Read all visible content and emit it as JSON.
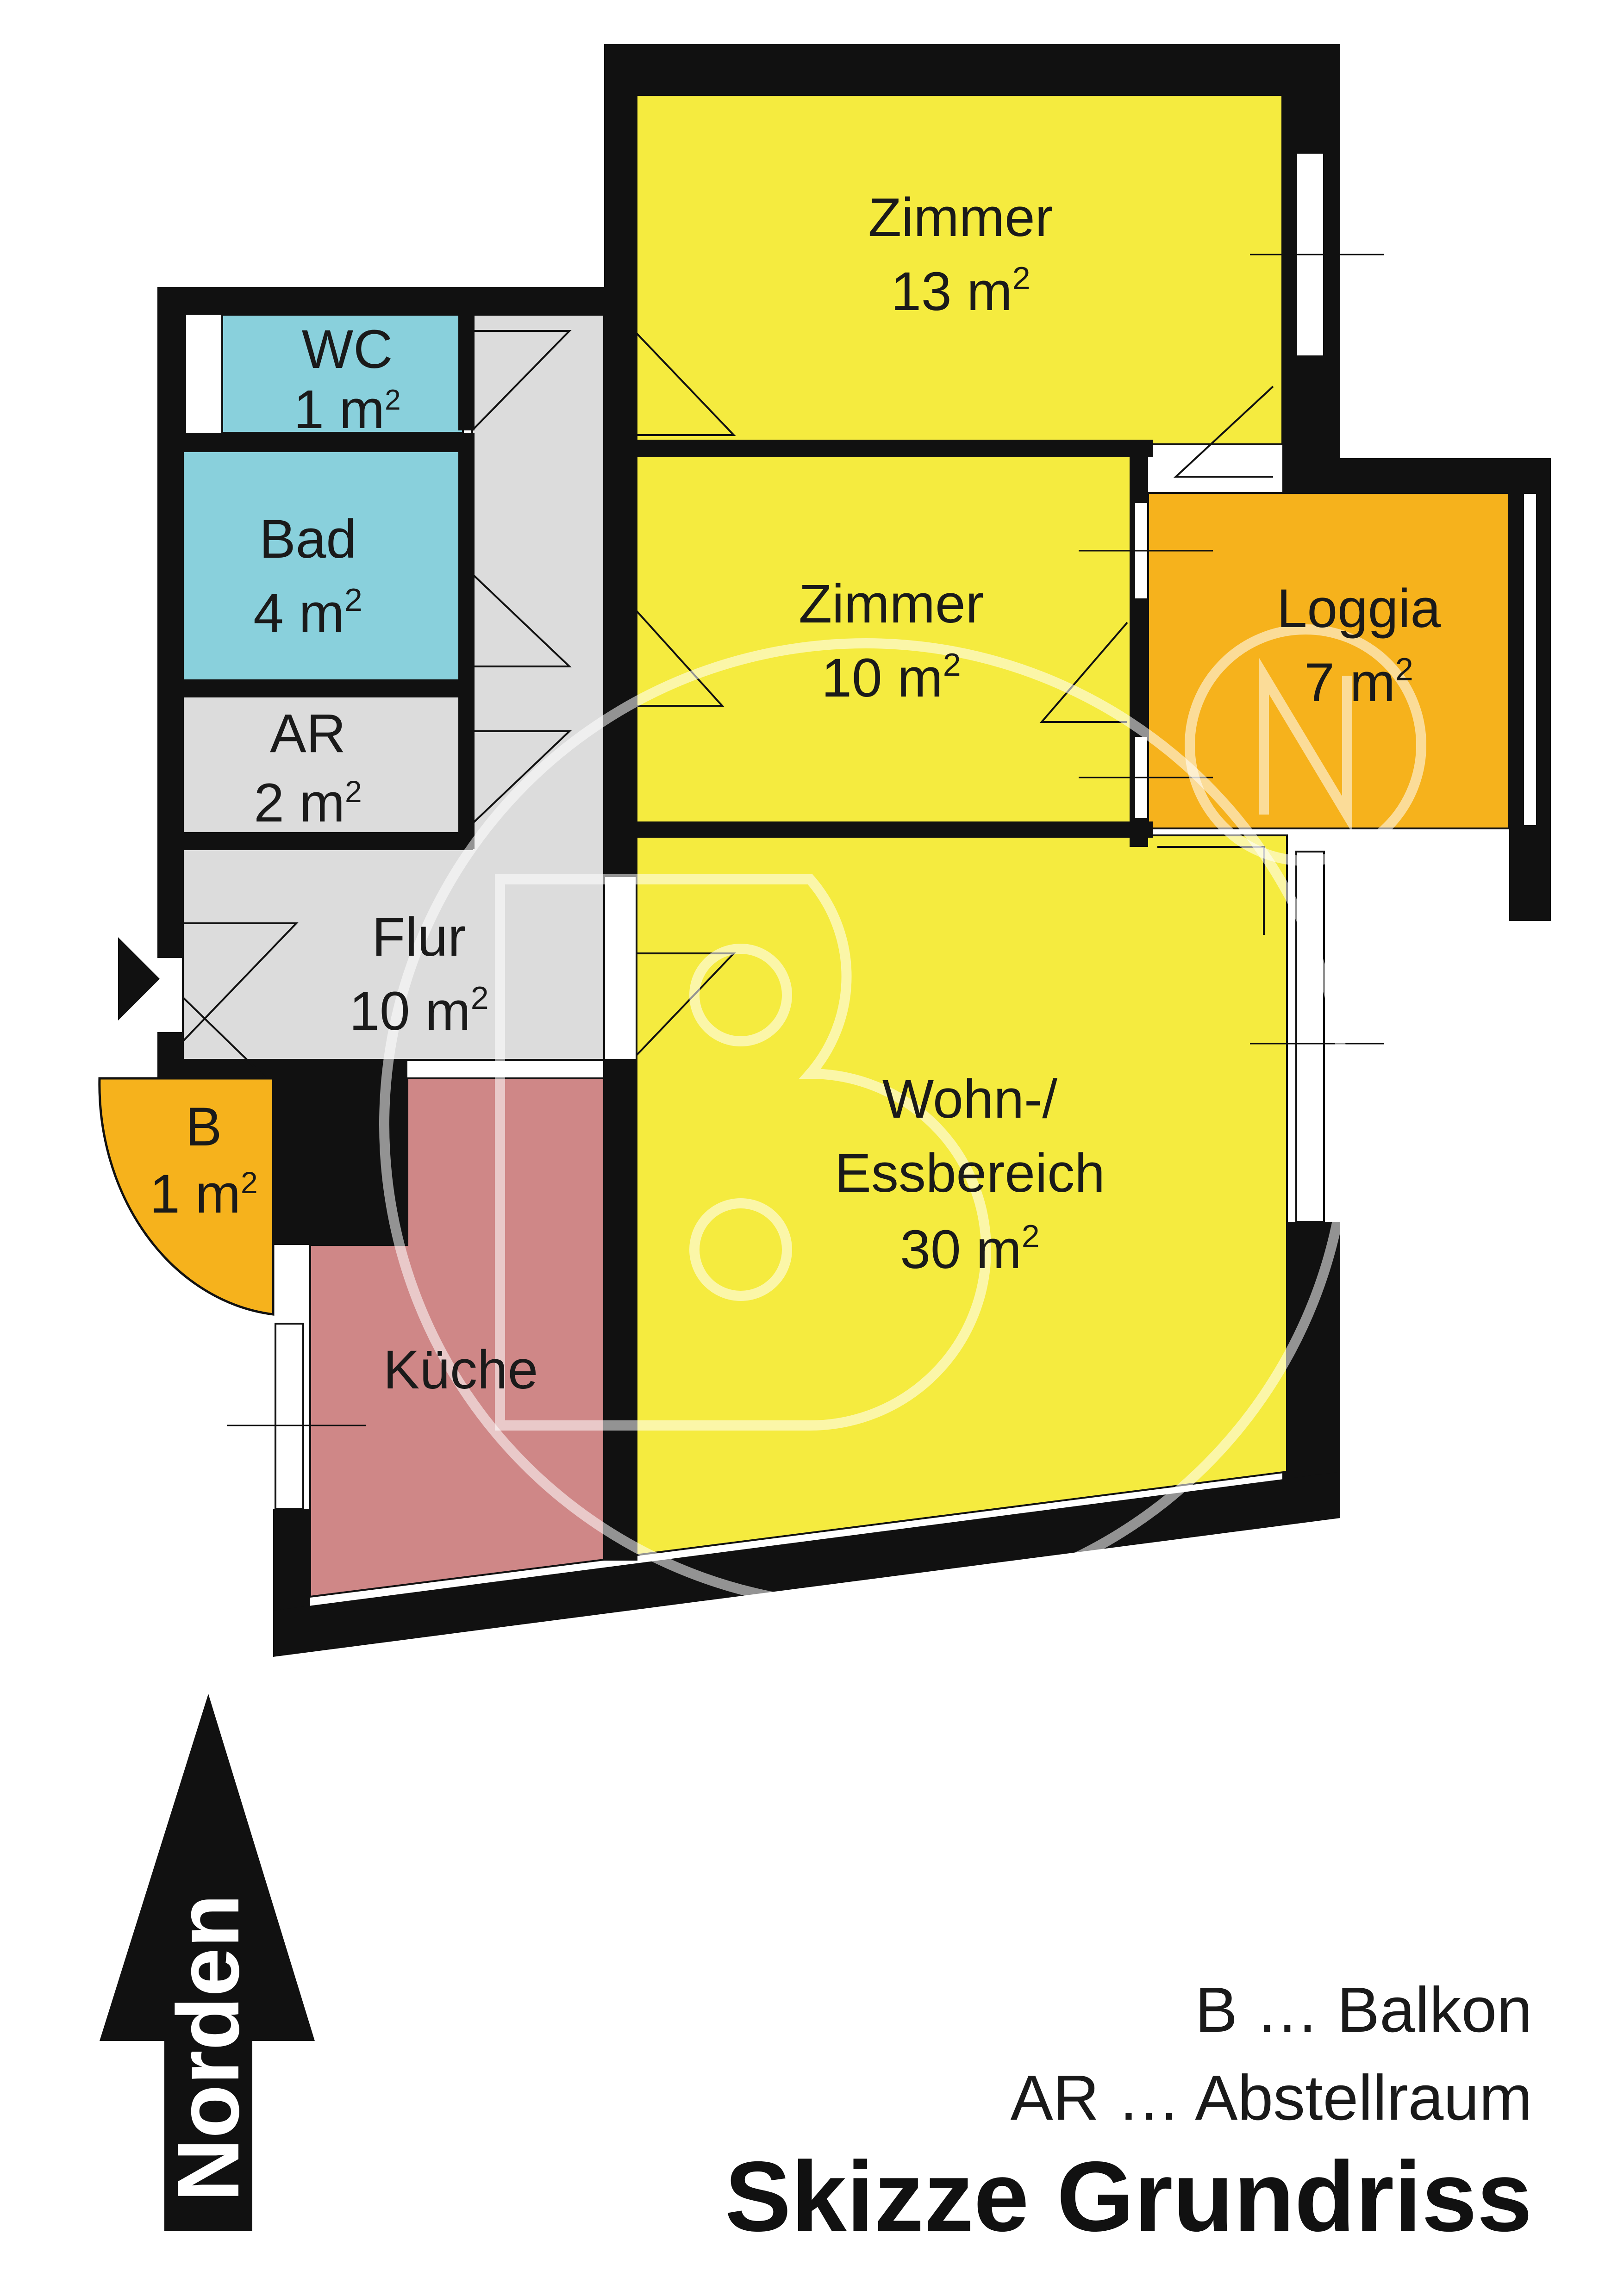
{
  "colors": {
    "room_yellow": "#f5eb3f",
    "wet_blue": "#89d0dc",
    "hall_gray": "#dcdcdc",
    "loggia_orange": "#f6b21c",
    "kitchen_rose": "#cf8787",
    "wall": "#111111"
  },
  "rooms": {
    "zimmer1": {
      "name": "Zimmer",
      "area": "13 m",
      "sup": "2"
    },
    "zimmer2": {
      "name": "Zimmer",
      "area": "10 m",
      "sup": "2"
    },
    "wc": {
      "name": "WC",
      "area": "1 m",
      "sup": "2"
    },
    "bad": {
      "name": "Bad",
      "area": "4 m",
      "sup": "2"
    },
    "ar": {
      "name": "AR",
      "area": "2 m",
      "sup": "2"
    },
    "flur": {
      "name": "Flur",
      "area": "10 m",
      "sup": "2"
    },
    "loggia": {
      "name": "Loggia",
      "area": "7 m",
      "sup": "2"
    },
    "balkon": {
      "name": "B",
      "area": "1 m",
      "sup": "2"
    },
    "kueche": {
      "name": "Küche"
    },
    "wohn": {
      "line1": "Wohn-/",
      "line2": "Essbereich",
      "area": "30 m",
      "sup": "2"
    }
  },
  "legend": {
    "b": "B … Balkon",
    "ar": "AR … Abstellraum"
  },
  "title": "Skizze Grundriss",
  "north": "Norden"
}
